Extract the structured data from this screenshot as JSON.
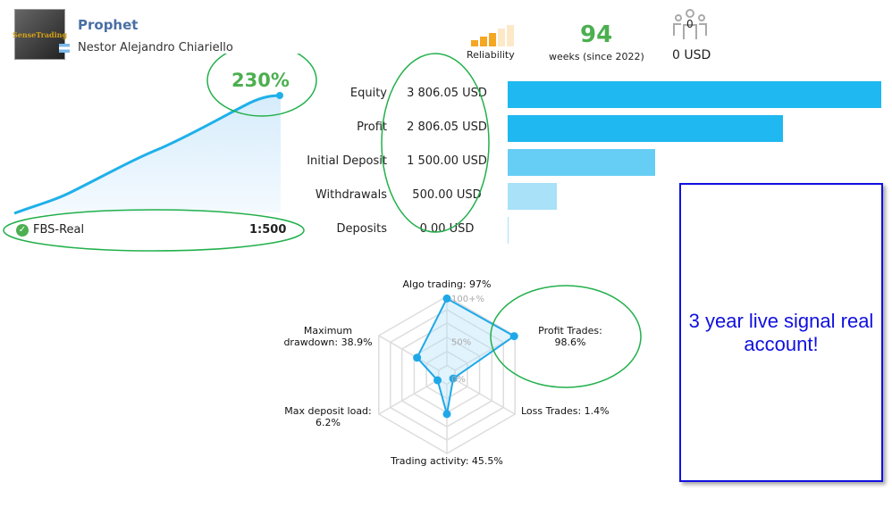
{
  "header": {
    "name": "Prophet",
    "author": "Nestor Alejandro Chiariello",
    "avatar_text": "SenseTrading",
    "reliability_label": "Reliability",
    "weeks": "94",
    "weeks_label": "weeks (since 2022)",
    "subscribers": "0",
    "subscribers_value": "0 USD"
  },
  "growth": {
    "value": "230%",
    "broker": "FBS-Real",
    "leverage": "1:500"
  },
  "finance": [
    {
      "label": "Equity",
      "value": "3 806.05 USD",
      "amount": 3806.05,
      "color": "#1fb8f0"
    },
    {
      "label": "Profit",
      "value": "2 806.05 USD",
      "amount": 2806.05,
      "color": "#1fb8f0"
    },
    {
      "label": "Initial Deposit",
      "value": "1 500.00 USD",
      "amount": 1500,
      "color": "#66cdf5"
    },
    {
      "label": "Withdrawals",
      "value": "500.00 USD",
      "amount": 500,
      "color": "#a8e1f8"
    },
    {
      "label": "Deposits",
      "value": "0.00 USD",
      "amount": 0,
      "color": "#a8e1f8"
    }
  ],
  "chart_data": {
    "type": "radar",
    "ticks": [
      "100+%",
      "50%",
      "0%"
    ],
    "axes": [
      {
        "label": "Algo trading: 97%",
        "name": "Algo trading",
        "value": 97
      },
      {
        "label": "Profit Trades:\n98.6%",
        "name": "Profit Trades",
        "value": 98.6
      },
      {
        "label": "Loss Trades: 1.4%",
        "name": "Loss Trades",
        "value": 1.4
      },
      {
        "label": "Trading activity: 45.5%",
        "name": "Trading activity",
        "value": 45.5
      },
      {
        "label": "Max deposit load:\n6.2%",
        "name": "Max deposit load",
        "value": 6.2
      },
      {
        "label": "Maximum\ndrawdown: 38.9%",
        "name": "Maximum drawdown",
        "value": 38.9
      }
    ]
  },
  "annotation": "3 year live signal real account!"
}
